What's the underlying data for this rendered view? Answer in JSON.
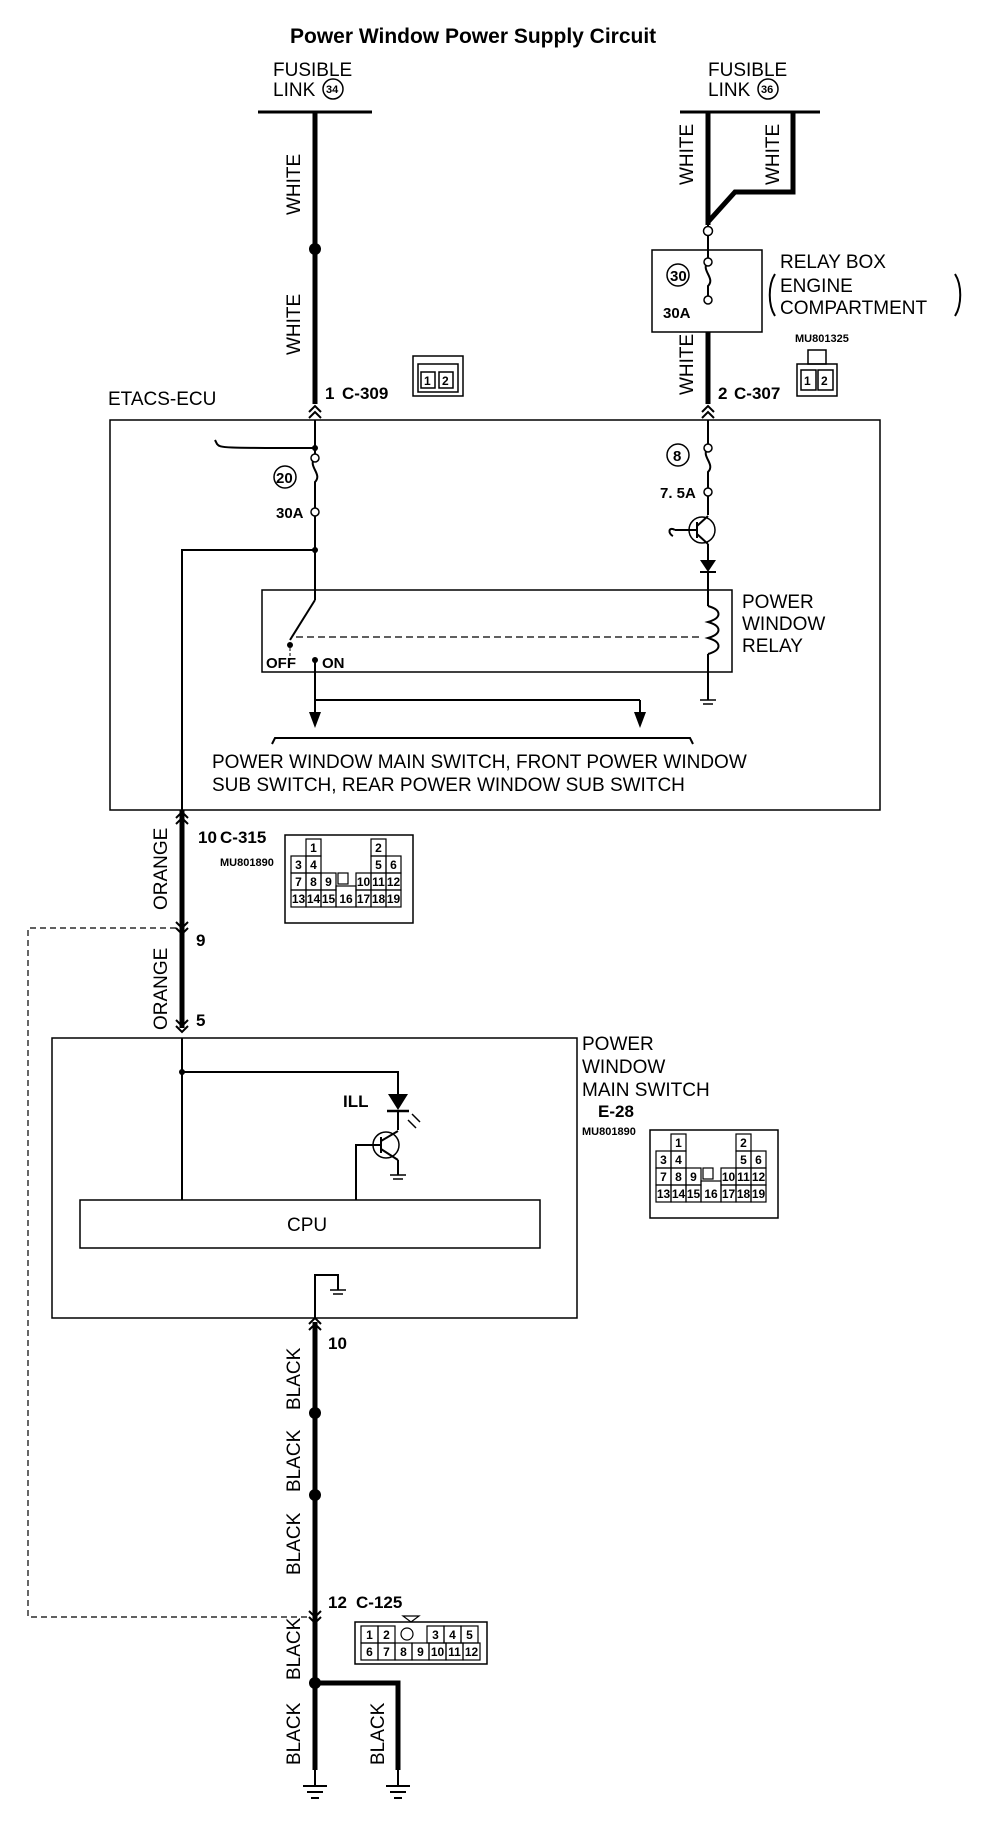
{
  "title": "Power Window Power Supply Circuit",
  "fusible_link_34": {
    "label": "FUSIBLE",
    "label2": "LINK",
    "number": "34"
  },
  "fusible_link_36": {
    "label": "FUSIBLE",
    "label2": "LINK",
    "number": "36"
  },
  "wire_colors": {
    "white": "WHITE",
    "orange": "ORANGE",
    "black": "BLACK"
  },
  "relay_box": {
    "line1": "RELAY BOX",
    "line2": "ENGINE",
    "line3": "COMPARTMENT",
    "fuse_number": "30",
    "fuse_rating": "30A"
  },
  "connectors": {
    "c309": {
      "pin": "1",
      "name": "C-309",
      "pins": [
        "1",
        "2"
      ]
    },
    "c307": {
      "pin": "2",
      "name": "C-307",
      "part": "MU801325",
      "pins": [
        "1",
        "2"
      ]
    },
    "c315": {
      "pin_a": "10",
      "name": "C-315",
      "part": "MU801890",
      "pin_b": "9"
    },
    "e28": {
      "name": "E-28",
      "part": "MU801890",
      "pin_in": "5",
      "pin_out": "10"
    },
    "c125": {
      "pin": "12",
      "name": "C-125"
    }
  },
  "pin_grid_19": {
    "row1": [
      "1",
      "2"
    ],
    "row2": [
      "3",
      "4",
      "5",
      "6"
    ],
    "row3": [
      "7",
      "8",
      "9",
      "10",
      "11",
      "12"
    ],
    "row4": [
      "13",
      "14",
      "15",
      "16",
      "17",
      "18",
      "19"
    ]
  },
  "pin_grid_12": {
    "row1": [
      "1",
      "2",
      "3",
      "4",
      "5"
    ],
    "row2": [
      "6",
      "7",
      "8",
      "9",
      "10",
      "11",
      "12"
    ]
  },
  "etacs": {
    "label": "ETACS-ECU",
    "fuse_20_number": "20",
    "fuse_20_rating": "30A",
    "fuse_8_number": "8",
    "fuse_8_rating": "7. 5A",
    "relay_label_1": "POWER",
    "relay_label_2": "WINDOW",
    "relay_label_3": "RELAY",
    "off_label": "OFF",
    "on_label": "ON",
    "outputs_line1": "POWER WINDOW MAIN SWITCH, FRONT POWER WINDOW",
    "outputs_line2": "SUB SWITCH, REAR POWER WINDOW SUB SWITCH"
  },
  "main_switch": {
    "label1": "POWER",
    "label2": "WINDOW",
    "label3": "MAIN SWITCH",
    "ill_label": "ILL",
    "cpu_label": "CPU"
  }
}
